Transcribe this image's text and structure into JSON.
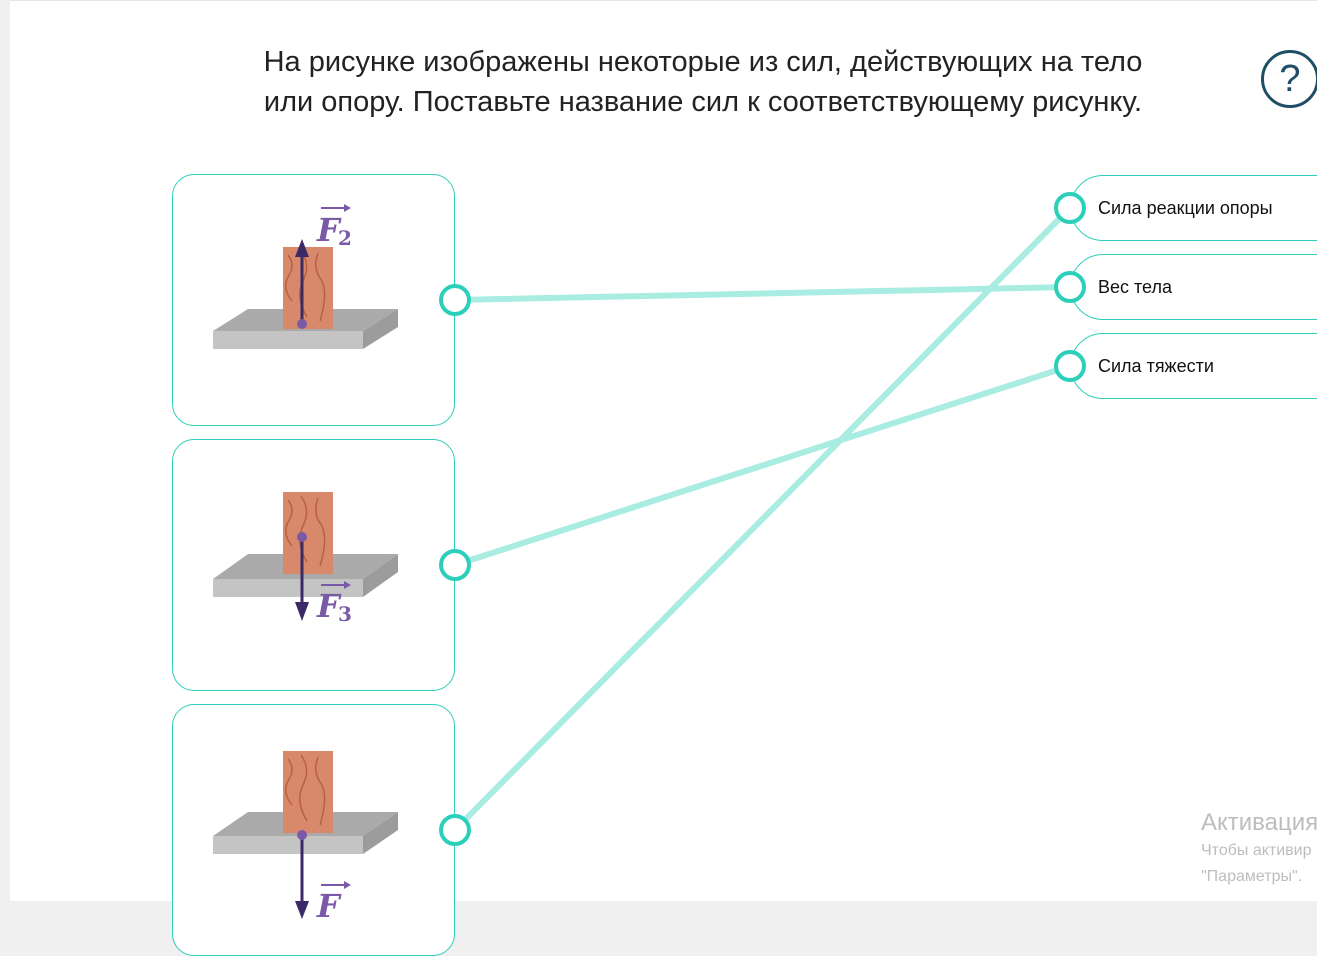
{
  "question": {
    "line1": "На рисунке изображены некоторые из сил, действующих на тело",
    "line2": "или опору. Поставьте название сил к соответствующему рисунку."
  },
  "help": {
    "icon": "question-mark-icon",
    "glyph": "?"
  },
  "images": [
    {
      "force_label": "F",
      "force_index": "2",
      "arrow_direction": "up"
    },
    {
      "force_label": "F",
      "force_index": "3",
      "arrow_direction": "down"
    },
    {
      "force_label": "F",
      "force_index": "",
      "arrow_direction": "down"
    }
  ],
  "answers": [
    {
      "label": "Сила реакции опоры"
    },
    {
      "label": "Вес тела"
    },
    {
      "label": "Сила тяжести"
    }
  ],
  "connections": [
    {
      "image": 1,
      "answer": 2
    },
    {
      "image": 2,
      "answer": 3
    },
    {
      "image": 3,
      "answer": 1
    }
  ],
  "watermark": {
    "title": "Активация",
    "line1": "Чтобы активир",
    "line2": "\"Параметры\"."
  },
  "colors": {
    "accent": "#2ccfb9",
    "line": "#a8ece2",
    "help": "#1f4e67",
    "arrow": "#3b2a66",
    "force_label": "#7a5aa6",
    "block": "#d9896b",
    "grain": "#b85f45",
    "plate_top": "#aaaaaa",
    "plate_front": "#c4c4c4",
    "plate_side": "#9c9c9c"
  }
}
